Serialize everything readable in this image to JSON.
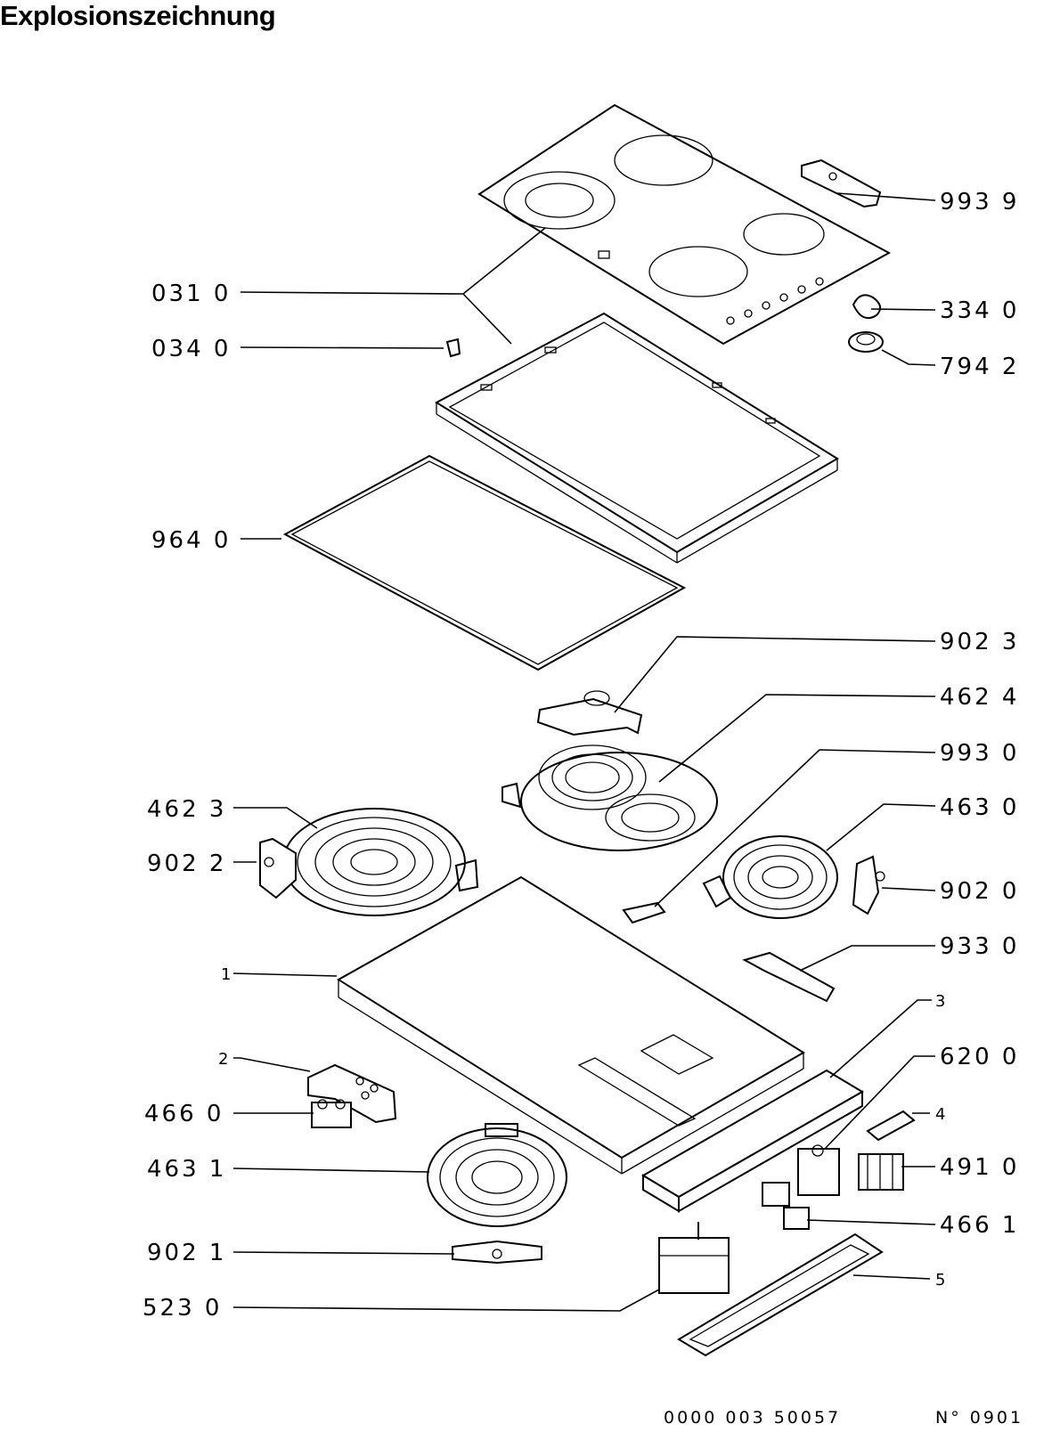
{
  "title": "Explosionszeichnung",
  "labels": [
    {
      "id": "l9939",
      "text": "993  9"
    },
    {
      "id": "l0310",
      "text": "031  0"
    },
    {
      "id": "l3340",
      "text": "334  0"
    },
    {
      "id": "l0340",
      "text": "034  0"
    },
    {
      "id": "l7942",
      "text": "794  2"
    },
    {
      "id": "l9640",
      "text": "964  0"
    },
    {
      "id": "l9023",
      "text": "902  3"
    },
    {
      "id": "l4624",
      "text": "462  4"
    },
    {
      "id": "l9930",
      "text": "993  0"
    },
    {
      "id": "l4623",
      "text": "462  3"
    },
    {
      "id": "l4630",
      "text": "463  0"
    },
    {
      "id": "l9022",
      "text": "902  2"
    },
    {
      "id": "l9020",
      "text": "902  0"
    },
    {
      "id": "l9330",
      "text": "933  0"
    },
    {
      "id": "l1",
      "text": "1"
    },
    {
      "id": "l3",
      "text": "3"
    },
    {
      "id": "l6200",
      "text": "620  0"
    },
    {
      "id": "l2",
      "text": "2"
    },
    {
      "id": "l4",
      "text": "4"
    },
    {
      "id": "l4660",
      "text": "466  0"
    },
    {
      "id": "l4910",
      "text": "491  0"
    },
    {
      "id": "l4631",
      "text": "463  1"
    },
    {
      "id": "l4661",
      "text": "466  1"
    },
    {
      "id": "l9021",
      "text": "902  1"
    },
    {
      "id": "l5",
      "text": "5"
    },
    {
      "id": "l5230",
      "text": "523  0"
    }
  ],
  "footer": {
    "code": "0000  003  50057",
    "number": "N° 0901"
  }
}
